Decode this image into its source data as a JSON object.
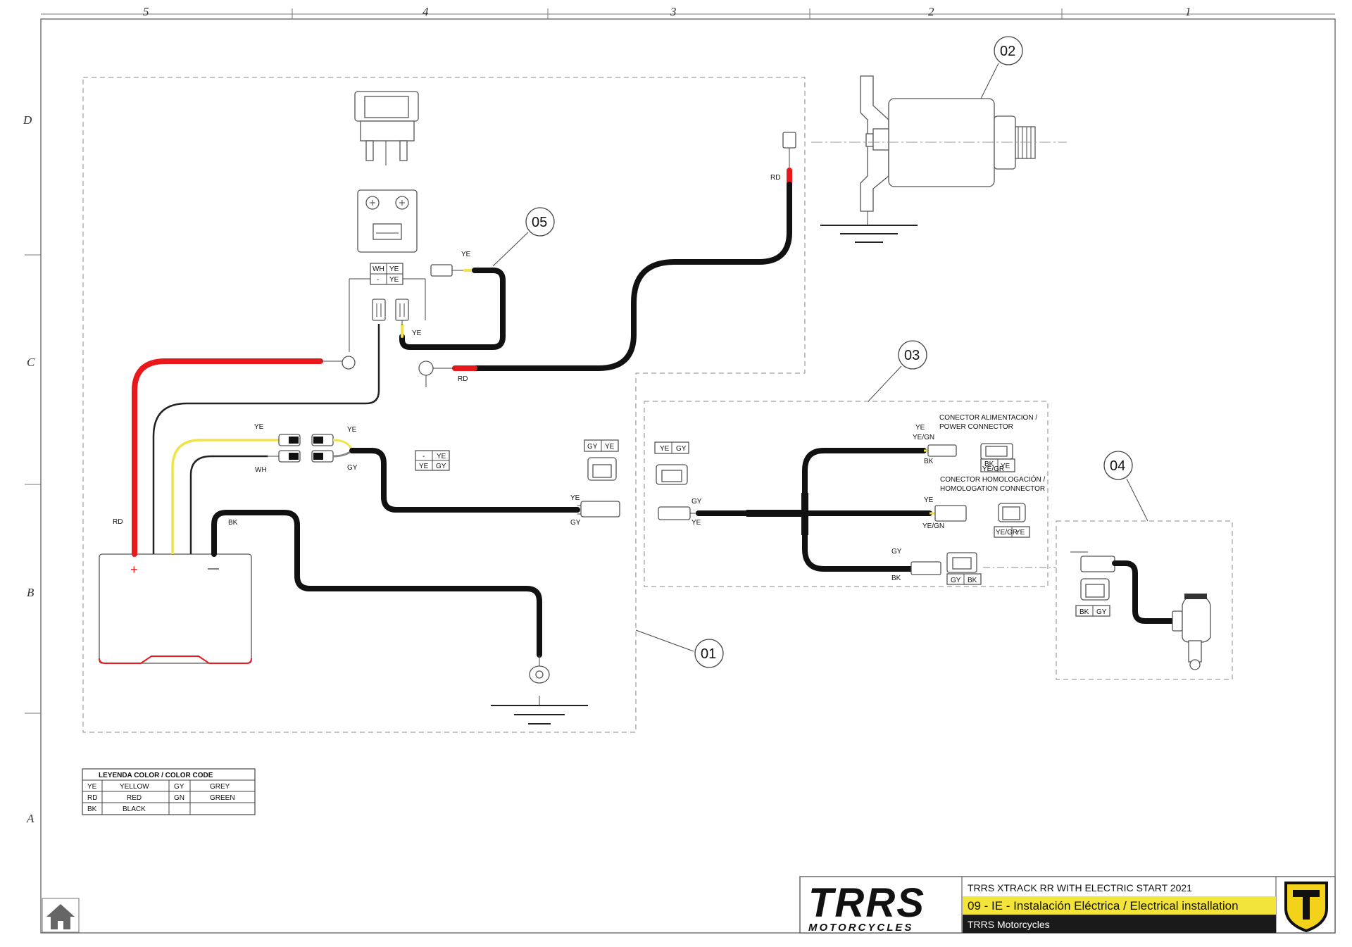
{
  "grid": {
    "columns": [
      "5",
      "4",
      "3",
      "2",
      "1"
    ],
    "rows": [
      "D",
      "C",
      "B",
      "A"
    ]
  },
  "callouts": [
    "01",
    "02",
    "03",
    "04",
    "05"
  ],
  "wire_labels": {
    "ye": "YE",
    "rd": "RD",
    "bk": "BK",
    "gy": "GY",
    "wh": "WH",
    "ye_gn": "YE/GN",
    "ye_gr": "YE/GR",
    "dash": "-"
  },
  "connector_power": "CONECTOR ALIMENTACION /",
  "connector_power_en": "POWER CONNECTOR",
  "connector_homolog": "CONECTOR HOMOLOGACIÓN /",
  "connector_homolog_en": "HOMOLOGATION CONNECTOR",
  "battery_plus": "+",
  "battery_minus": "—",
  "legend": {
    "title": "LEYENDA COLOR / COLOR CODE",
    "rows": [
      {
        "code1": "YE",
        "name1": "YELLOW",
        "code2": "GY",
        "name2": "GREY"
      },
      {
        "code1": "RD",
        "name1": "RED",
        "code2": "GN",
        "name2": "GREEN"
      },
      {
        "code1": "BK",
        "name1": "BLACK",
        "code2": "",
        "name2": ""
      }
    ]
  },
  "title_block": {
    "logo_top": "TRRS",
    "logo_bottom": "MOTORCYCLES",
    "model": "TRRS XTRACK RR  WITH ELECTRIC START 2021",
    "section": "09 - IE - Instalación Eléctrica / Electrical installation",
    "company": "TRRS Motorcycles"
  },
  "colors": {
    "red_wire": "#e8181b",
    "black_wire": "#111111",
    "yellow_wire": "#f0e34a",
    "section_band": "#f3e43a",
    "company_band": "#1a1a1a",
    "shield_fill": "#f3d21a"
  },
  "icons": [
    "home-icon",
    "trrs-shield-icon"
  ]
}
